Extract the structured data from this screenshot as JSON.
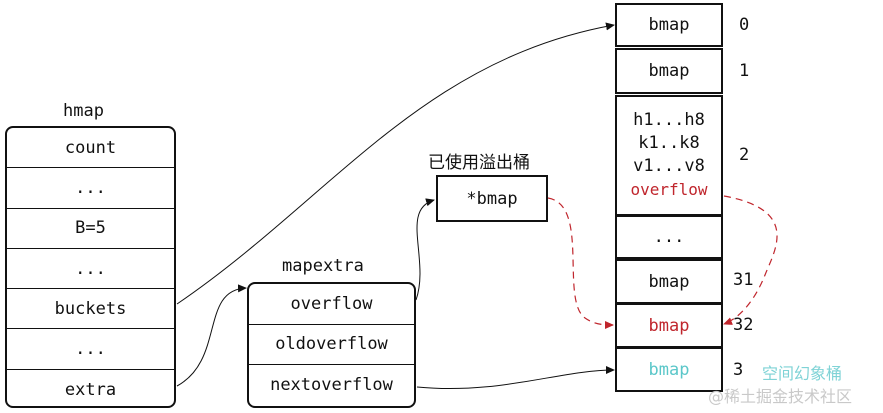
{
  "hmap": {
    "title": "hmap",
    "fields": [
      "count",
      "...",
      "B=5",
      "...",
      "buckets",
      "...",
      "extra"
    ]
  },
  "mapextra": {
    "title": "mapextra",
    "fields": [
      "overflow",
      "oldoverflow",
      "nextoverflow"
    ]
  },
  "used_overflow": {
    "title": "已使用溢出桶",
    "value": "*bmap"
  },
  "buckets": {
    "b0": {
      "label": "bmap",
      "index": "0"
    },
    "b1": {
      "label": "bmap",
      "index": "1"
    },
    "b2": {
      "lines": [
        "h1...h8",
        "k1..k8",
        "v1...v8"
      ],
      "overflow": "overflow",
      "index": "2"
    },
    "ellipsis": "...",
    "b31": {
      "label": "bmap",
      "index": "31"
    },
    "b32": {
      "label": "bmap",
      "index": "32"
    },
    "b33": {
      "label": "bmap",
      "index": "3"
    }
  },
  "watermark": {
    "line1": "空间幻象桶",
    "line2": "@稀土掘金技术社区"
  },
  "colors": {
    "stroke": "#111111",
    "overflow_red": "#c0262d",
    "teal": "#5bc7c9",
    "watermark": "#c9c9c9"
  }
}
